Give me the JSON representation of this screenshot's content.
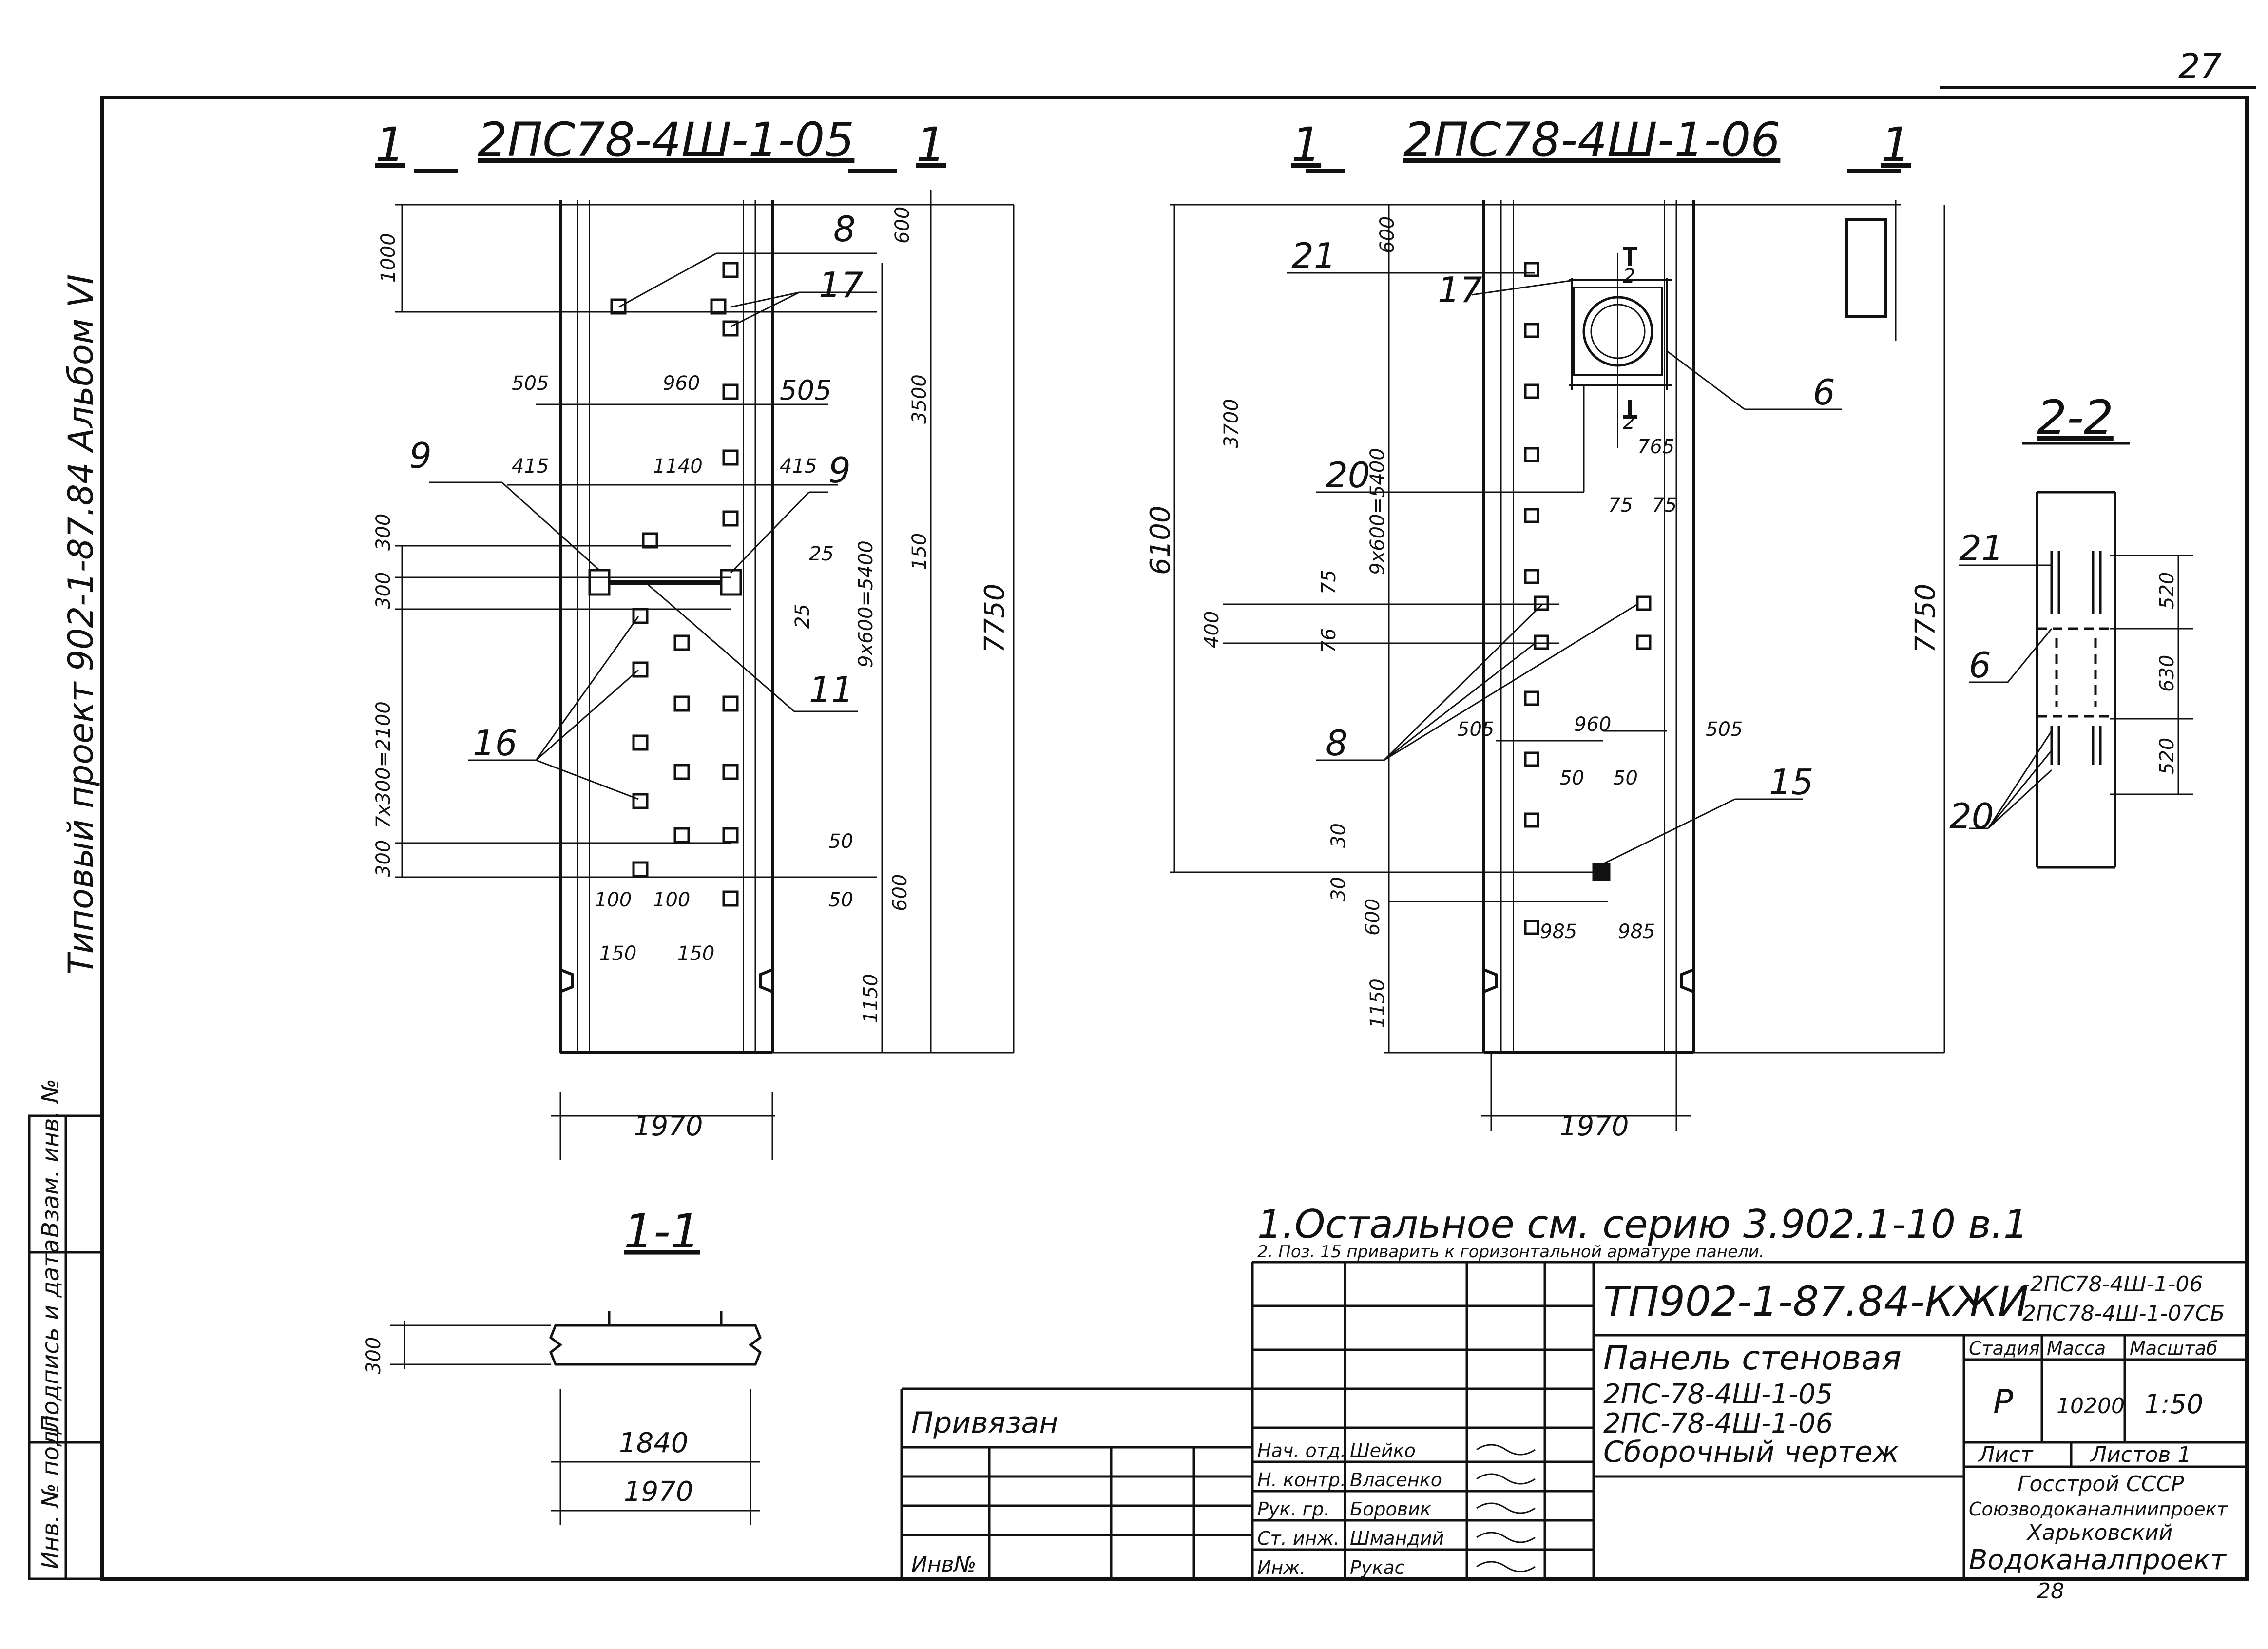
{
  "sheet_number": "27",
  "side_text": "Типовый проект 902-1-87.84   Альбом VI",
  "section_a": {
    "title": "2ПС78-4Ш-1-05",
    "cut_mark": "1",
    "dims_top": [
      "1000",
      "600",
      "8",
      "17",
      "505",
      "960",
      "505",
      "3500",
      "415",
      "1140",
      "415",
      "9",
      "9"
    ],
    "dims_left": [
      "300",
      "300",
      "7x300=2100",
      "300"
    ],
    "dims_mid": [
      "25",
      "25",
      "150",
      "9x600=5400",
      "50",
      "50",
      "600",
      "100",
      "100",
      "150",
      "150",
      "1150"
    ],
    "labels": [
      "16",
      "11"
    ],
    "overall": "7750",
    "width": "1970"
  },
  "section_b": {
    "title": "2ПС78-4Ш-1-06",
    "cut_mark": "1",
    "dims": [
      "600",
      "3700",
      "9x600=5400",
      "6100",
      "400",
      "75",
      "76",
      "765",
      "75",
      "75",
      "960",
      "505",
      "505",
      "50",
      "50",
      "30",
      "30",
      "600",
      "1150",
      "985",
      "985",
      "7750",
      "1970"
    ],
    "cut_2": "2",
    "labels": [
      "21",
      "17",
      "20",
      "6",
      "8",
      "15"
    ]
  },
  "section_22": {
    "title": "2-2",
    "labels": [
      "21",
      "6",
      "20"
    ],
    "dims": [
      "520",
      "630",
      "520"
    ]
  },
  "section_11": {
    "title": "1-1",
    "dims": [
      "300",
      "1840",
      "1970"
    ]
  },
  "notes": {
    "line1": "1.Остальное см. серию 3.902.1-10 в.1",
    "line2": "2. Поз. 15 приварить к горизонтальной арматуре панели."
  },
  "stamp": {
    "code": "ТП902-1-87.84-КЖИ",
    "code_suffix1": "-2ПС78-4Ш-1-06",
    "code_suffix2": "2ПС78-4Ш-1-07СБ",
    "name1": "Панель стеновая",
    "name2": "2ПС-78-4Ш-1-05",
    "name3": "2ПС-78-4Ш-1-06",
    "name4": "Сборочный чертеж",
    "stage_h": "Стадия",
    "mass_h": "Масса",
    "scale_h": "Масштаб",
    "stage": "Р",
    "mass": "10200",
    "scale": "1:50",
    "sheet_h": "Лист",
    "sheets_h": "Листов 1",
    "org1": "Госстрой СССР",
    "org2": "Союзводоканалниипроект",
    "org3": "Харьковский",
    "org4": "Водоканалпроект",
    "bound": "Привязан",
    "inv": "Инв№",
    "roles": [
      "Нач. отд.",
      "Н. контр.",
      "Рук. гр.",
      "Ст. инж.",
      "Инж."
    ],
    "people": [
      "Шейко",
      "Власенко",
      "Боровик",
      "Шмандий",
      "Рукас"
    ],
    "bottom_num": "28"
  },
  "left_stamp": [
    "Инв. № подл.",
    "Подпись и дата",
    "Взам. инв. №"
  ]
}
